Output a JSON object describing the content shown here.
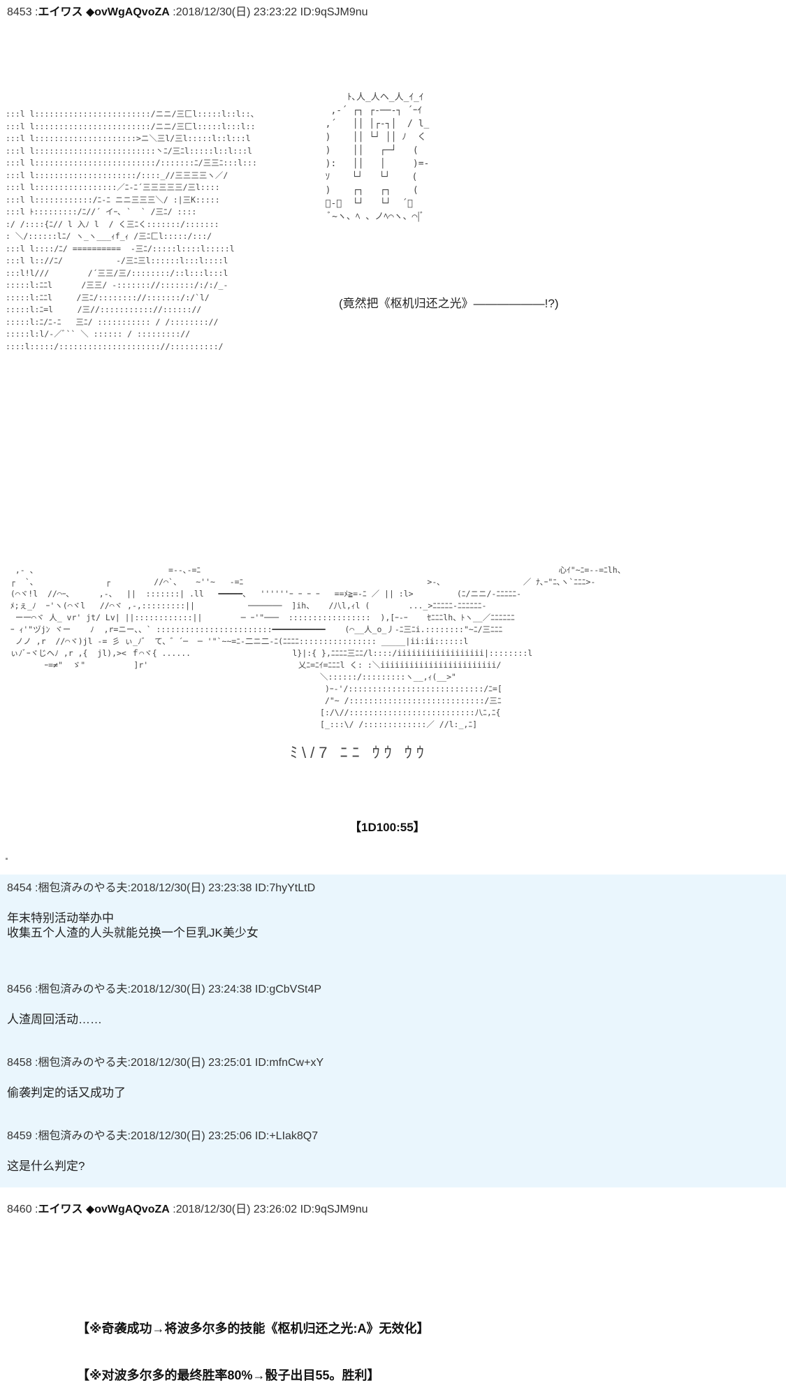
{
  "posts": [
    {
      "number": "8453",
      "author": "エイワス ◆ovWgAQvoZA",
      "datetime": "2018/12/30(日) 23:23:22",
      "id": "ID:9qSJM9nu",
      "caption": "(竟然把《枢机归还之光》――――――!?)",
      "dice": "【1D100:55】",
      "sfx": "ﾐ\\/7 ﾆﾆ ｳｳ ｳｳ"
    },
    {
      "number": "8460",
      "author": "エイワス ◆ovWgAQvoZA",
      "datetime": "2018/12/30(日) 23:26:02",
      "id": "ID:9qSJM9nu",
      "results": [
        "【※奇袭成功→将波多尔多的技能《枢机归还之光:A》无效化】",
        "【※对波多尔多的最终胜率80%→骰子出目55。胜利】"
      ]
    }
  ],
  "replies": [
    {
      "number": "8454",
      "author": "梱包済みのやる夫",
      "datetime": "2018/12/30(日) 23:23:38",
      "id": "ID:7hyYtLtD",
      "lines": [
        "年末特别活动举办中",
        "收集五个人渣的人头就能兑换一个巨乳JK美少女"
      ]
    },
    {
      "number": "8456",
      "author": "梱包済みのやる夫",
      "datetime": "2018/12/30(日) 23:24:38",
      "id": "ID:gCbVSt4P",
      "lines": [
        "人渣周回活动……"
      ]
    },
    {
      "number": "8458",
      "author": "梱包済みのやる夫",
      "datetime": "2018/12/30(日) 23:25:01",
      "id": "ID:mfnCw+xY",
      "lines": [
        "偷袭判定的话又成功了"
      ]
    },
    {
      "number": "8459",
      "author": "梱包済みのやる夫",
      "datetime": "2018/12/30(日) 23:25:06",
      "id": "ID:+LIak8Q7",
      "lines": [
        "这是什么判定?"
      ]
    }
  ]
}
